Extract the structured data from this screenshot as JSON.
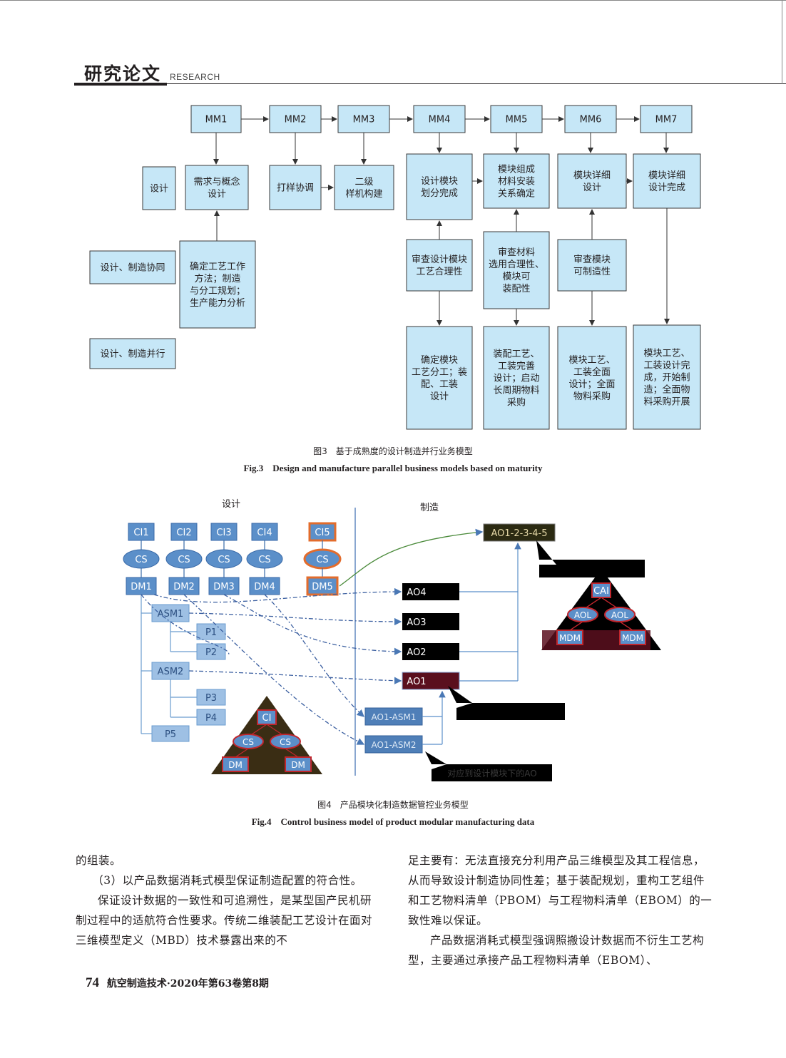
{
  "header": {
    "title": "研究论文",
    "subtitle": "RESEARCH"
  },
  "fig3": {
    "top_row": [
      "MM1",
      "MM2",
      "MM3",
      "MM4",
      "MM5",
      "MM6",
      "MM7"
    ],
    "design": "设计",
    "mid_row": [
      [
        "需求与概念",
        "设计"
      ],
      [
        "打样协调"
      ],
      [
        "二级",
        "样机构建"
      ],
      [
        "设计模块",
        "划分完成"
      ],
      [
        "模块组成",
        "材料安装",
        "关系确定"
      ],
      [
        "模块详细",
        "设计"
      ],
      [
        "模块详细",
        "设计完成"
      ]
    ],
    "collab": "设计、制造协同",
    "parallel": "设计、制造并行",
    "mm1_process": [
      "确定工艺工作",
      "方法；制造",
      "与分工规划；",
      "生产能力分析"
    ],
    "reviews": [
      [
        "审查设计模块",
        "工艺合理性"
      ],
      [
        "审查材料",
        "选用合理性、",
        "模块可",
        "装配性"
      ],
      [
        "审查模块",
        "可制造性"
      ]
    ],
    "bottom_row": [
      [
        "确定模块",
        "工艺分工；装",
        "配、工装",
        "设计"
      ],
      [
        "装配工艺、",
        "工装完善",
        "设计；启动",
        "长周期物料",
        "采购"
      ],
      [
        "模块工艺、",
        "工装全面",
        "设计；全面",
        "物料采购"
      ],
      [
        "模块工艺、",
        "工装设计完",
        "成，开始制",
        "造；全面物",
        "料采购开展"
      ]
    ],
    "caption_cn": "图3　基于成熟度的设计制造并行业务模型",
    "caption_en": "Fig.3　Design and manufacture parallel business models based on maturity"
  },
  "fig4": {
    "label_design": "设计",
    "label_mfg": "制造",
    "ci": [
      "CI1",
      "CI2",
      "CI3",
      "CI4",
      "CI5"
    ],
    "cs": "CS",
    "dm": [
      "DM1",
      "DM2",
      "DM3",
      "DM4",
      "DM5"
    ],
    "asm": [
      "ASM1",
      "ASM2"
    ],
    "parts": [
      "P1",
      "P2",
      "P3",
      "P4",
      "P5"
    ],
    "ao": [
      "AO4",
      "AO3",
      "AO2",
      "AO1"
    ],
    "ao_asm": [
      "AO1-ASM1",
      "AO1-ASM2"
    ],
    "ao_top": "AO1-2-3-4-5",
    "callout_asm2": "对应到设计模块下的AO",
    "tri_left": {
      "top": "CI",
      "mid": "CS",
      "bottom": "DM"
    },
    "tri_right": {
      "top": "CAI",
      "mid": "AOL",
      "bottom": "MDM"
    },
    "caption_cn": "图4　产品模块化制造数据管控业务模型",
    "caption_en": "Fig.4　Control business model of product modular manufacturing data"
  },
  "body": {
    "left": [
      "的组装。",
      "（3）以产品数据消耗式模型保证制造配置的符合性。",
      "保证设计数据的一致性和可追溯性，是某型国产民机研制过程中的适航符合性要求。传统二维装配工艺设计在面对三维模型定义（MBD）技术暴露出来的不"
    ],
    "right": [
      "足主要有：无法直接充分利用产品三维模型及其工程信息，从而导致设计制造协同性差；基于装配规划，重构工艺组件和工艺物料清单（PBOM）与工程物料清单（EBOM）的一致性难以保证。",
      "产品数据消耗式模型强调照搬设计数据而不衍生工艺构型，主要通过承接产品工程物料清单（EBOM）、"
    ]
  },
  "footer": {
    "page": "74",
    "journal": "航空制造技术·2020年第63卷第8期"
  },
  "colors": {
    "box_fill": "#c6e7f7",
    "box_stroke": "#3a3a3a",
    "blue": "#5b8fc9",
    "orange": "#e36c2c",
    "dark_red": "#5a0f1e"
  }
}
